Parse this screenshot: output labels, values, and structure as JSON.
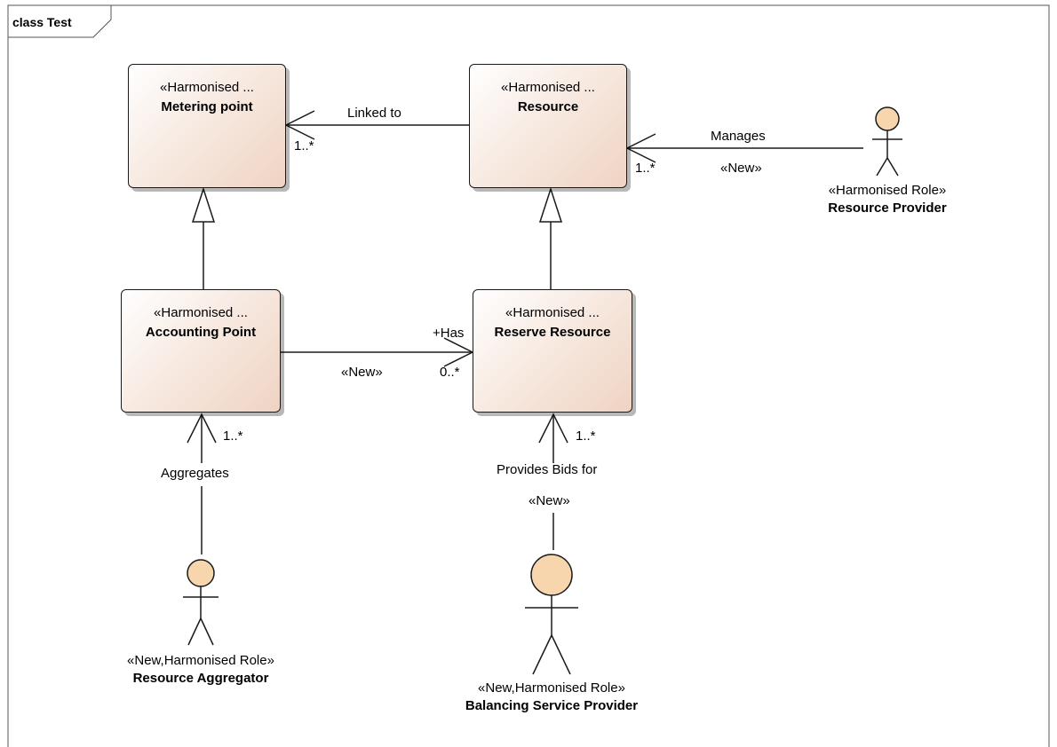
{
  "frame": {
    "title": "class Test"
  },
  "classes": {
    "metering_point": {
      "stereotype": "«Harmonised ...",
      "name": "Metering point"
    },
    "resource": {
      "stereotype": "«Harmonised ...",
      "name": "Resource"
    },
    "accounting_point": {
      "stereotype": "«Harmonised ...",
      "name": "Accounting Point"
    },
    "reserve_resource": {
      "stereotype": "«Harmonised ...",
      "name": "Reserve Resource"
    }
  },
  "actors": {
    "resource_provider": {
      "stereotype": "«Harmonised Role»",
      "name": "Resource Provider"
    },
    "resource_aggregator": {
      "stereotype": "«New,Harmonised Role»",
      "name": "Resource Aggregator"
    },
    "balancing_service_provider": {
      "stereotype": "«New,Harmonised Role»",
      "name": "Balancing Service Provider"
    }
  },
  "associations": {
    "linked_to": {
      "label": "Linked to",
      "multiplicity": "1..*"
    },
    "manages": {
      "label": "Manages",
      "stereotype": "«New»",
      "multiplicity": "1..*"
    },
    "has": {
      "role": "+Has",
      "stereotype": "«New»",
      "multiplicity": "0..*"
    },
    "aggregates": {
      "label": "Aggregates",
      "multiplicity": "1..*"
    },
    "provides_bids": {
      "label": "Provides Bids for",
      "stereotype": "«New»",
      "multiplicity": "1..*"
    }
  },
  "colors": {
    "line": "#1a1a1a",
    "class_fill": "#f6e6dc",
    "actor_fill": "#f7d6ae"
  }
}
